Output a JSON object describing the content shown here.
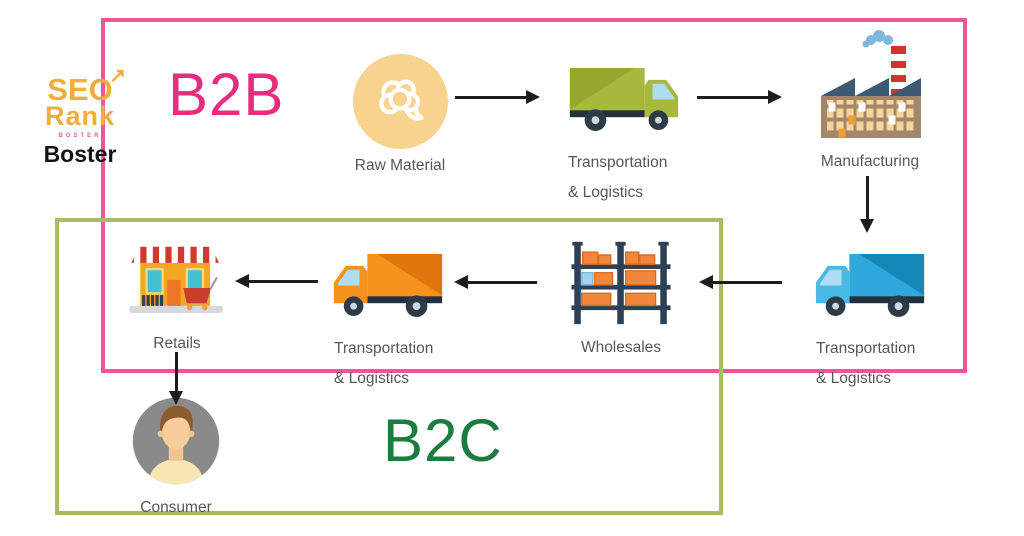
{
  "logo": {
    "seo": "SEO",
    "rank": "Rank",
    "boster_small": "BOSTER",
    "boster": "Boster"
  },
  "regions": {
    "b2b": {
      "label": "B2B",
      "text_color": "#EA2C7E",
      "border_color": "#F0559A"
    },
    "b2c": {
      "label": "B2C",
      "text_color": "#1E7B40",
      "border_color": "#A9BA6B"
    }
  },
  "colors": {
    "label_text": "#56575B",
    "arrow": "#1D1D1D"
  },
  "nodes": {
    "raw_material": {
      "label": "Raw Material",
      "icon": "cotton-icon"
    },
    "transport_top": {
      "line1": "Transportation",
      "line2": "& Logistics",
      "icon": "truck-icon"
    },
    "manufacturing": {
      "label": "Manufacturing",
      "icon": "factory-icon"
    },
    "transport_right": {
      "line1": "Transportation",
      "line2": "& Logistics",
      "icon": "truck-icon"
    },
    "wholesales": {
      "label": "Wholesales",
      "icon": "warehouse-shelf-icon"
    },
    "transport_mid": {
      "line1": "Transportation",
      "line2": "& Logistics",
      "icon": "truck-icon"
    },
    "retails": {
      "label": "Retails",
      "icon": "store-icon"
    },
    "consumer": {
      "label": "Consumer",
      "icon": "person-icon"
    }
  }
}
